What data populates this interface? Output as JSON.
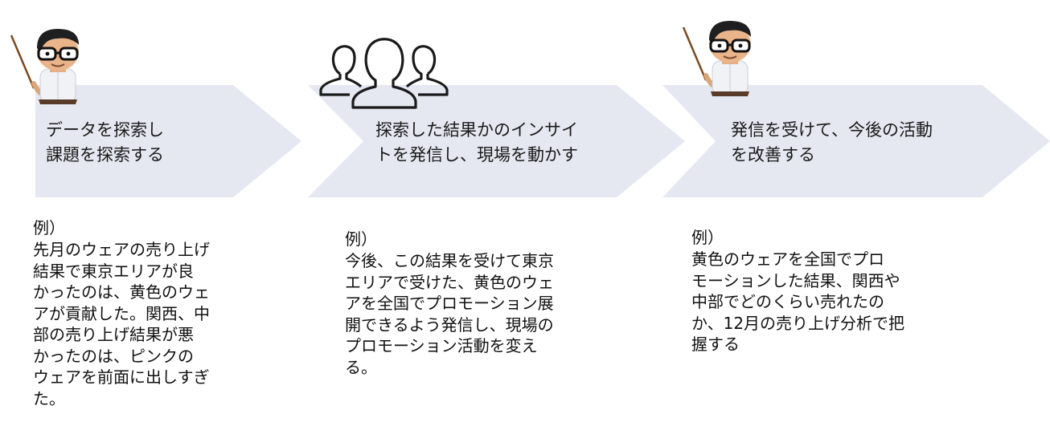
{
  "colors": {
    "arrow_fill": "#e5e8f0",
    "text": "#111111",
    "icon_stroke": "#1a1a1a"
  },
  "steps": [
    {
      "icon": "teacher-with-pointer-icon",
      "title": "データを探索し\n課題を探索する",
      "example_label": "例）",
      "example": "先月のウェアの売り上げ\n結果で東京エリアが良\nかったのは、黄色のウェ\nアが貢献した。関西、中\n部の売り上げ結果が悪\nかったのは、ピンクの\nウェアを前面に出しすぎ\nた。"
    },
    {
      "icon": "people-group-icon",
      "title": "探索した結果かのインサイ\nトを発信し、現場を動かす",
      "example_label": "例）",
      "example": "今後、この結果を受けて東京\nエリアで受けた、黄色のウェ\nアを全国でプロモーション展\n開できるよう発信し、現場の\nプロモーション活動を変え\nる。"
    },
    {
      "icon": "teacher-with-pointer-icon",
      "title": "発信を受けて、今後の活動\nを改善する",
      "example_label": "例）",
      "example": "黄色のウェアを全国でプロ\nモーションした結果、関西や\n中部でどのくらい売れたの\nか、12月の売り上げ分析で把\n握する"
    }
  ]
}
